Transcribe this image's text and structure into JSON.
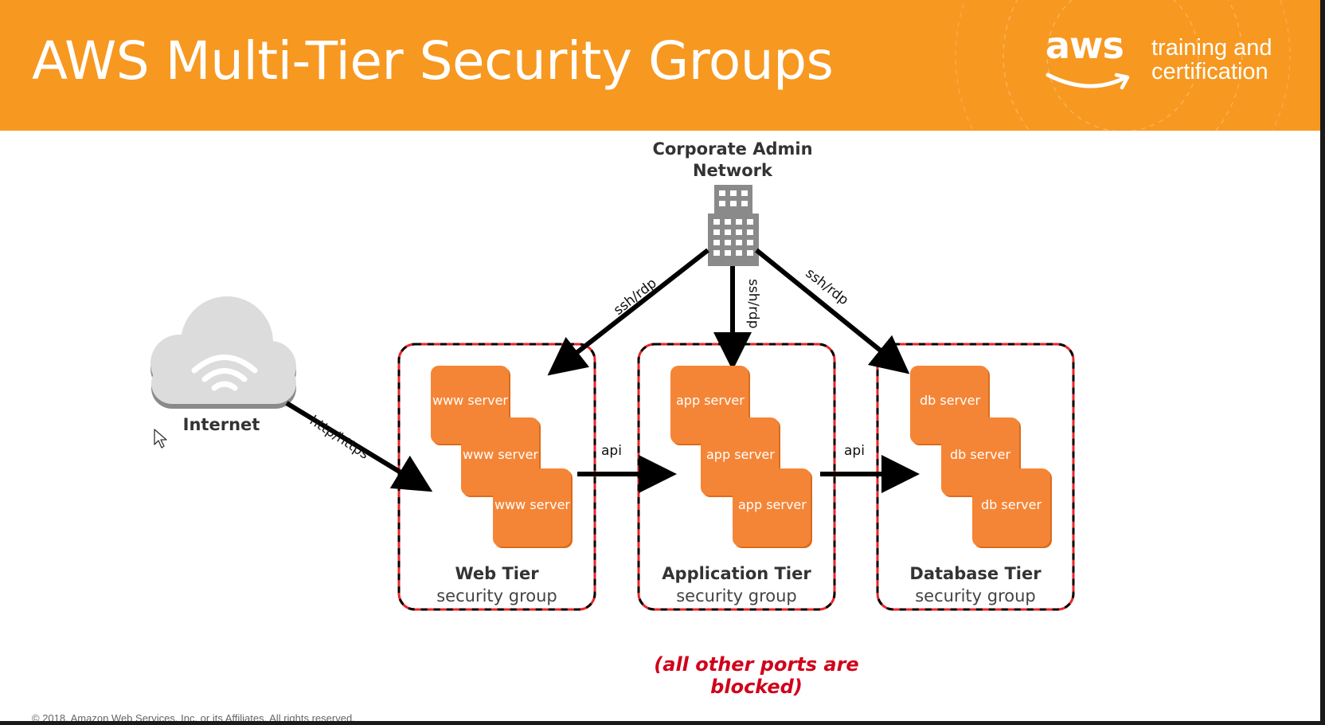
{
  "slide": {
    "title": "AWS Multi-Tier Security Groups",
    "copyright": "© 2018, Amazon Web Services, Inc. or its Affiliates. All rights reserved."
  },
  "branding": {
    "logo_text": "aws",
    "tagline_line1": "training and",
    "tagline_line2": "certification"
  },
  "colors": {
    "header_orange": "#f79820",
    "server_orange": "#f58536",
    "border_red": "#e8262a",
    "note_red": "#d0021b"
  },
  "diagram": {
    "admin_network": {
      "label_line1": "Corporate Admin",
      "label_line2": "Network",
      "icon": "office-building-icon"
    },
    "internet": {
      "label": "Internet",
      "icon": "cloud-wifi-icon"
    },
    "connections": {
      "internet_to_web": "http/https",
      "admin_to_web": "ssh/rdp",
      "admin_to_app": "ssh/rdp",
      "admin_to_db": "ssh/rdp",
      "web_to_app": "api",
      "app_to_db": "api"
    },
    "tiers": [
      {
        "name": "Web Tier",
        "subtitle": "security group",
        "servers": [
          "www server",
          "www server",
          "www server"
        ]
      },
      {
        "name": "Application Tier",
        "subtitle": "security group",
        "servers": [
          "app server",
          "app server",
          "app server"
        ]
      },
      {
        "name": "Database Tier",
        "subtitle": "security group",
        "servers": [
          "db server",
          "db server",
          "db server"
        ]
      }
    ],
    "note": "(all other ports are blocked)"
  }
}
